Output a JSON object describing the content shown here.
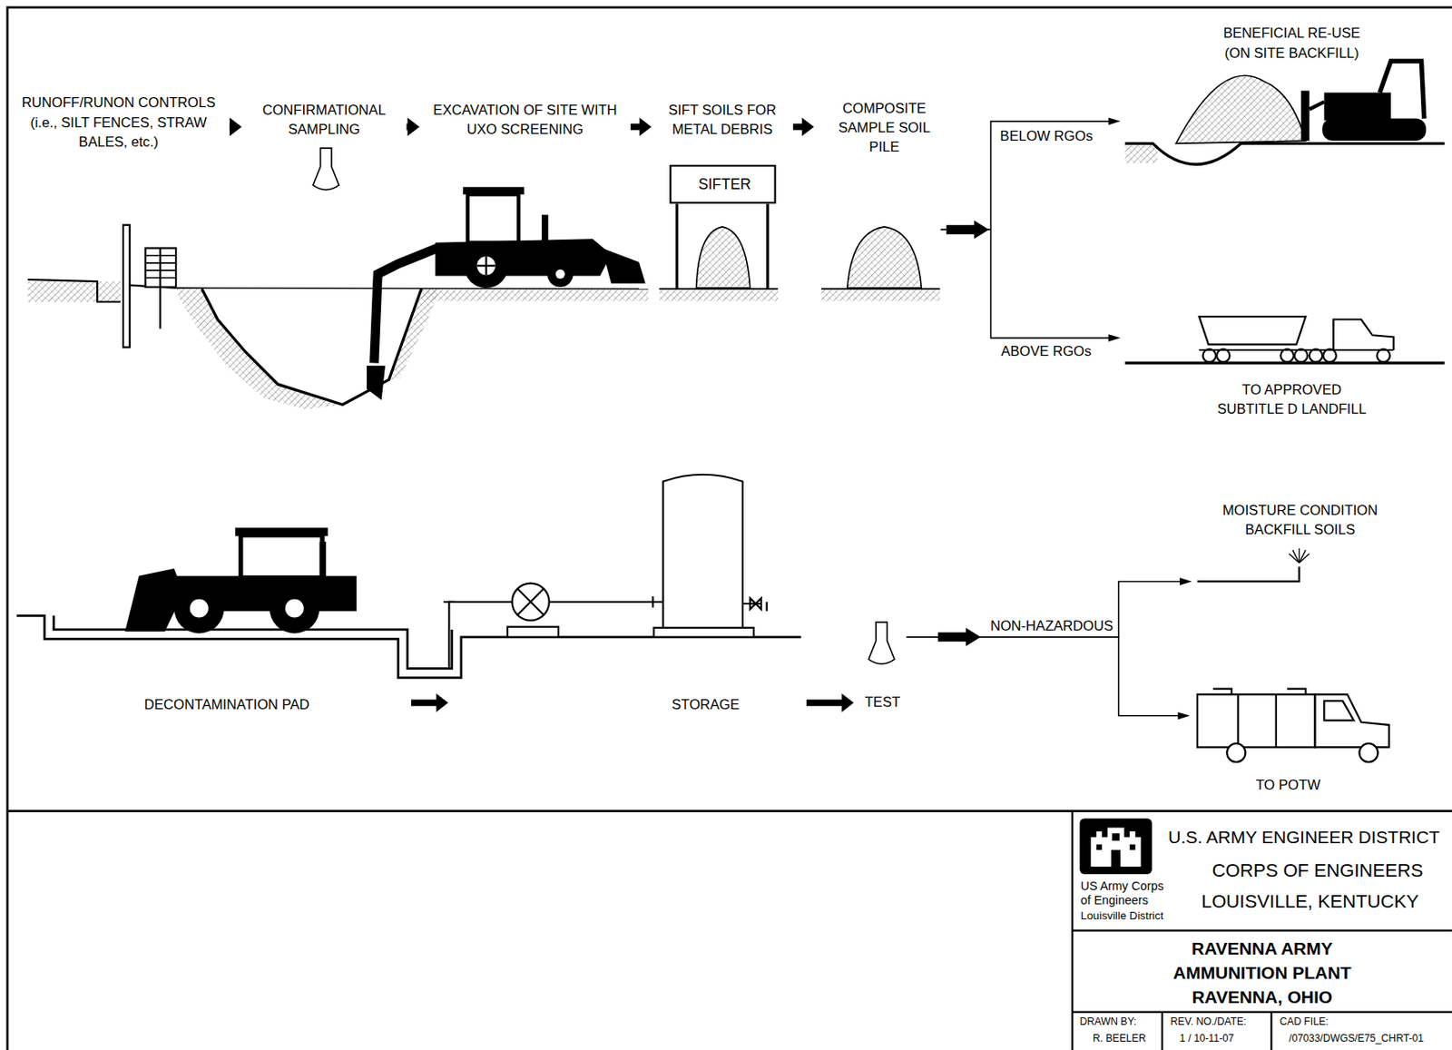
{
  "diagram": {
    "nodes": [
      {
        "text": [
          "RUNOFF/RUNON CONTROLS (i.e., SILT FENCES, STRAW BALES, etc.)"
        ]
      },
      {
        "text": [
          "CONFIRMATIONAL SAMPLING"
        ]
      },
      {
        "text": [
          "EXCAVATION OF SITE WITH UXO SCREENING"
        ]
      },
      {
        "text": [
          "SIFT SOILS FOR METAL DEBRIS"
        ]
      },
      {
        "text": [
          "SIFTER"
        ]
      },
      {
        "text": [
          "COMPOSITE SAMPLE SOIL PILE"
        ]
      },
      {
        "text": [
          "BENEFICIAL RE-USE (ON SITE BACKFILL)"
        ]
      },
      {
        "text": [
          "TO APPROVED SUBTITLE D LANDFILL"
        ]
      },
      {
        "text": [
          "DECONTAMINATION PAD"
        ]
      },
      {
        "text": [
          "STORAGE"
        ]
      },
      {
        "text": [
          "TEST"
        ]
      },
      {
        "text": [
          "MOISTURE CONDITION BACKFILL SOILS"
        ]
      },
      {
        "text": [
          "TO POTW"
        ]
      }
    ],
    "edges": [
      {
        "from": 0,
        "to": 1,
        "arrow": "to"
      },
      {
        "from": 1,
        "to": 2,
        "arrow": "to"
      },
      {
        "from": 2,
        "to": 3,
        "arrow": "to"
      },
      {
        "from": 3,
        "to": 5,
        "arrow": "to"
      },
      {
        "from": 5,
        "to": 6,
        "label": "BELOW RGOs",
        "arrow": "to"
      },
      {
        "from": 5,
        "to": 7,
        "label": "ABOVE RGOs",
        "arrow": "to"
      },
      {
        "from": 8,
        "to": 9,
        "arrow": "to"
      },
      {
        "from": 9,
        "to": 10,
        "arrow": "to"
      },
      {
        "from": 10,
        "to": 11,
        "label": "NON-HAZARDOUS",
        "arrow": "to"
      },
      {
        "from": 10,
        "to": 12,
        "arrow": "to"
      }
    ],
    "labels": [
      "U.S. ARMY ENGINEER DISTRICT",
      "CORPS OF ENGINEERS",
      "LOUISVILLE, KENTUCKY",
      "US Army Corps",
      "of Engineers",
      "Louisville District",
      "RAVENNA ARMY AMMUNITION PLANT RAVENNA, OHIO",
      "DRAWN BY:",
      "R. BEELER",
      "REV. NO./DATE:",
      "1 / 10-11-07",
      "CAD FILE:",
      "/07033/DWGS/E75_CHRT-01"
    ]
  }
}
